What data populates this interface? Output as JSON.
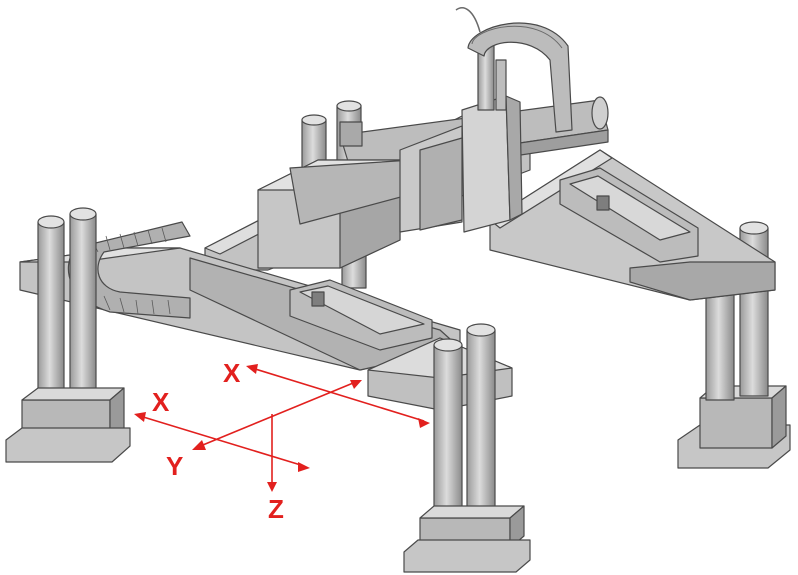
{
  "figure": {
    "subject": "gantry-robot",
    "colors": {
      "axis": "#e2201e",
      "metal_light": "#d4d4d4",
      "metal_mid": "#b2b2b2",
      "metal_dark": "#8e8e8e",
      "outline": "#4a4a4a"
    }
  },
  "axes": {
    "x_upper": "X",
    "x_lower": "X",
    "y": "Y",
    "z": "Z"
  }
}
